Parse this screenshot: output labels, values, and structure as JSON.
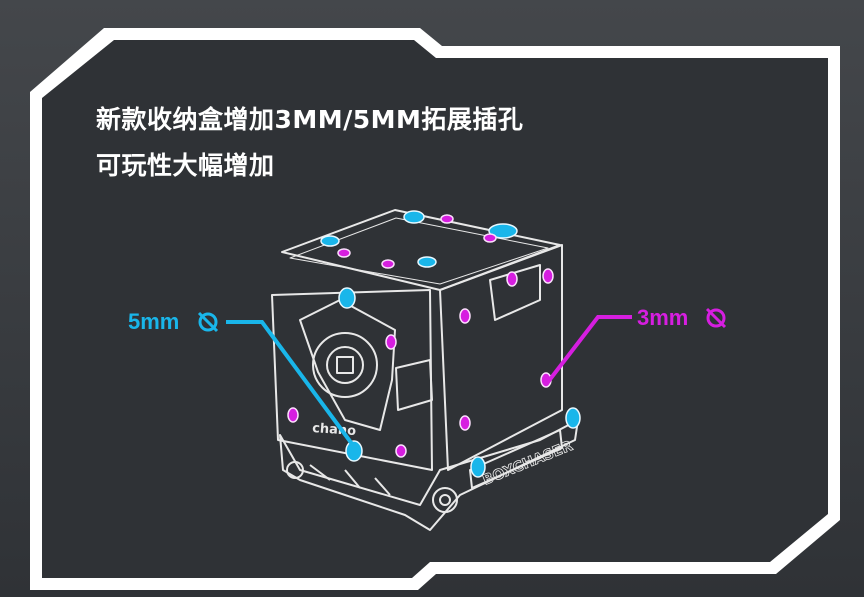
{
  "headline": {
    "line1": "新款收纳盒增加3MM/5MM拓展插孔",
    "line2": "可玩性大幅增加"
  },
  "callouts": {
    "five_mm": "5mm",
    "three_mm": "3mm"
  },
  "icons": {
    "diameter": "diameter-icon"
  },
  "product_marks": {
    "front_text": "chano",
    "side_text": "BOXCHASER"
  },
  "colors": {
    "background": "#3f4246",
    "panel": "#2f3236",
    "frame": "#ffffff",
    "accent_5mm": "#19b6ea",
    "accent_3mm": "#d61ee0",
    "outline": "#e8e8e8"
  }
}
